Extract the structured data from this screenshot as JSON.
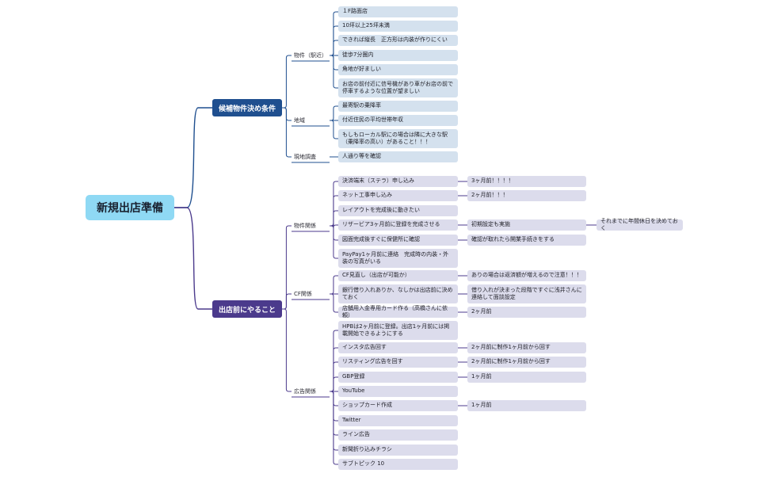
{
  "root": "新規出店準備",
  "branches": {
    "criteria": {
      "label": "候補物件決め条件",
      "groups": {
        "property": {
          "label": "物件（駅近）",
          "items": [
            "１F路面店",
            "10坪以上25坪未満",
            "できれば縦長　正方形は内装が作りにくい",
            "徒歩7分圏内",
            "角地が好ましい",
            "お店の前付近に信号機があり車がお店の前で停車するような位置が望ましい"
          ]
        },
        "area": {
          "label": "地域",
          "items": [
            "最寄駅の乗降率",
            "付近住民の平均世帯年収",
            "もしもローカル駅にの場合は隣に大きな駅（乗降率の高い）があること！！！"
          ]
        },
        "survey": {
          "label": "現地調査",
          "items": [
            "人通り等を確認"
          ]
        }
      }
    },
    "todo": {
      "label": "出店前にやること",
      "groups": {
        "property": {
          "label": "物件関係",
          "items": [
            "決済端末（ステラ）申し込み",
            "ネット工事申し込み",
            "レイアウトを完成後に動きたい",
            "リザービア3ヶ月前に登録を完成させる",
            "図面完成後すぐに保健所に確認",
            "PayPay1ヶ月前に連絡　完成時の内装・外装の写真がいる"
          ],
          "notes": [
            "3ヶ月前！！！！",
            "2ヶ月前！！！",
            "初期設定も実施",
            "確認が取れたら開業手続きをする"
          ],
          "note_deep": "それまでに年間休日を決めておく"
        },
        "cf": {
          "label": "CF関係",
          "items": [
            "CF見直し（出店が可能か）",
            "銀行借り入れありか、なしかは出店前に決めておく",
            "店舗用入金専用カード作る（高橋さんに依頼）"
          ],
          "notes": [
            "ありの場合は返済額が増えるので注意！！！",
            "借り入れが決まった段階ですぐに浅井さんに連絡して面談設定",
            "2ヶ月前"
          ]
        },
        "ads": {
          "label": "広告関係",
          "items": [
            "HPBは2ヶ月前に登録。出店1ヶ月前には掲載開始できるようにする",
            "インスタ広告回す",
            "リスティング広告を回す",
            "GBP登録",
            "YouTube",
            "ショップカード作成",
            "Twitter",
            "ライン広告",
            "新聞折り込みチラシ",
            "サブトピック 10"
          ],
          "notes": [
            "2ヶ月前に制作1ヶ月前から回す",
            "2ヶ月前に制作1ヶ月前から回す",
            "1ヶ月前",
            "1ヶ月前"
          ]
        }
      }
    }
  },
  "colors": {
    "root": "#8fd9f4",
    "branch_blue": "#1f4f8f",
    "branch_purple": "#4b3a8c",
    "leaf_blue": "#d4e1ee",
    "leaf_purple": "#dcdcec"
  }
}
